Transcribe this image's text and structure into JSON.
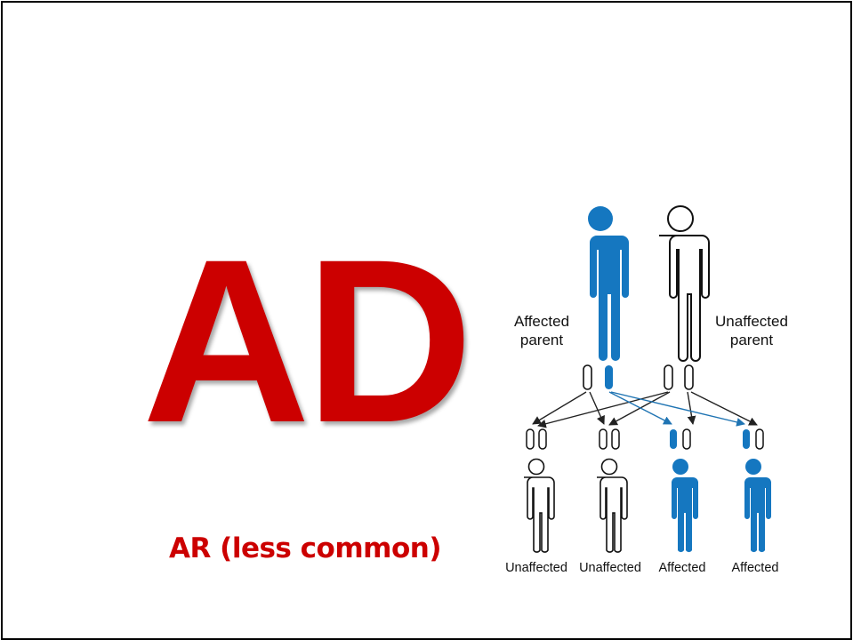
{
  "slide": {
    "main_heading": "AD",
    "secondary_caption": "AR (less common)"
  },
  "pedigree": {
    "colors": {
      "affected": "#1577c0",
      "unaffected_stroke": "#111111",
      "arrow_dark": "#222222",
      "arrow_blue": "#1f74b3"
    },
    "parents": {
      "affected_line1": "Affected",
      "affected_line2": "parent",
      "unaffected_line1": "Unaffected",
      "unaffected_line2": "parent"
    },
    "children": [
      {
        "label": "Unaffected",
        "status": "unaffected"
      },
      {
        "label": "Unaffected",
        "status": "unaffected"
      },
      {
        "label": "Affected",
        "status": "affected"
      },
      {
        "label": "Affected",
        "status": "affected"
      }
    ]
  }
}
